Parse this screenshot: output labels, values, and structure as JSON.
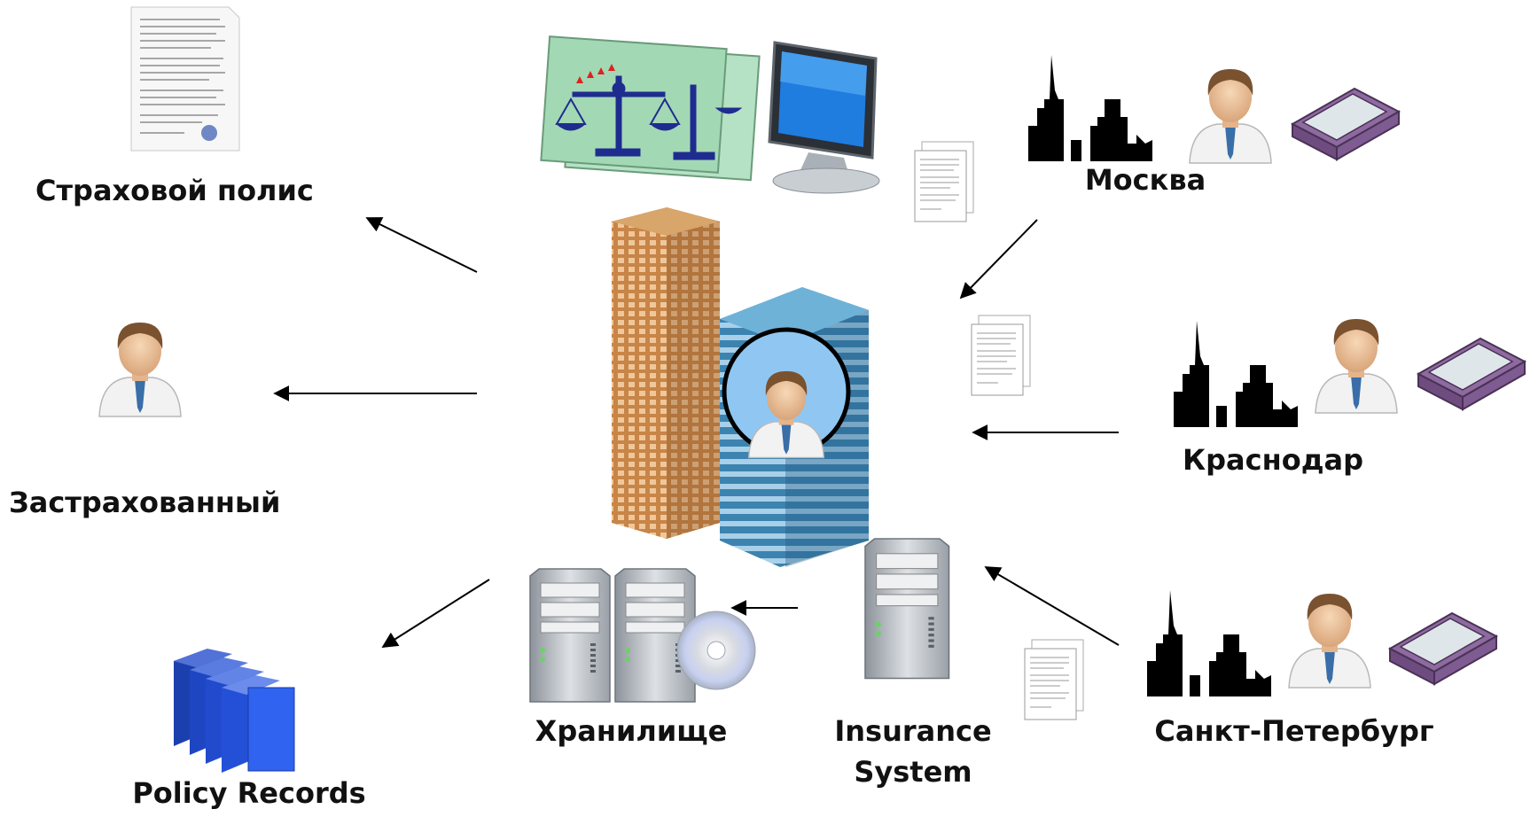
{
  "labels": {
    "policy": "Страховой полис",
    "insured": "Застрахованный",
    "records": "Policy Records",
    "storage": "Хранилище",
    "insurance_system": "Insurance System",
    "moscow": "Москва",
    "krasnodar": "Краснодар",
    "spb": "Санкт-Петербург"
  },
  "icons": {
    "policy_document": "policy-document-icon",
    "insured_person": "insured-person-icon",
    "binders": "binders-icon",
    "storage_servers": "storage-server-icon",
    "cd_disc": "cd-disc-icon",
    "insurance_server": "insurance-server-icon",
    "scales": "scales-of-justice-icon",
    "monitor": "monitor-icon",
    "office_buildings": "office-buildings-icon",
    "person_badge": "person-badge-icon",
    "city_skyline": "city-skyline-icon",
    "scanner": "scanner-icon",
    "documents": "documents-icon"
  },
  "colors": {
    "binder_blue": "#1f4fd6",
    "building_brown": "#b8733a",
    "building_blue": "#3e87b5",
    "skyline": "#000000",
    "scanner_purple": "#8e6a9e",
    "scales_green": "#9fd4b1"
  }
}
